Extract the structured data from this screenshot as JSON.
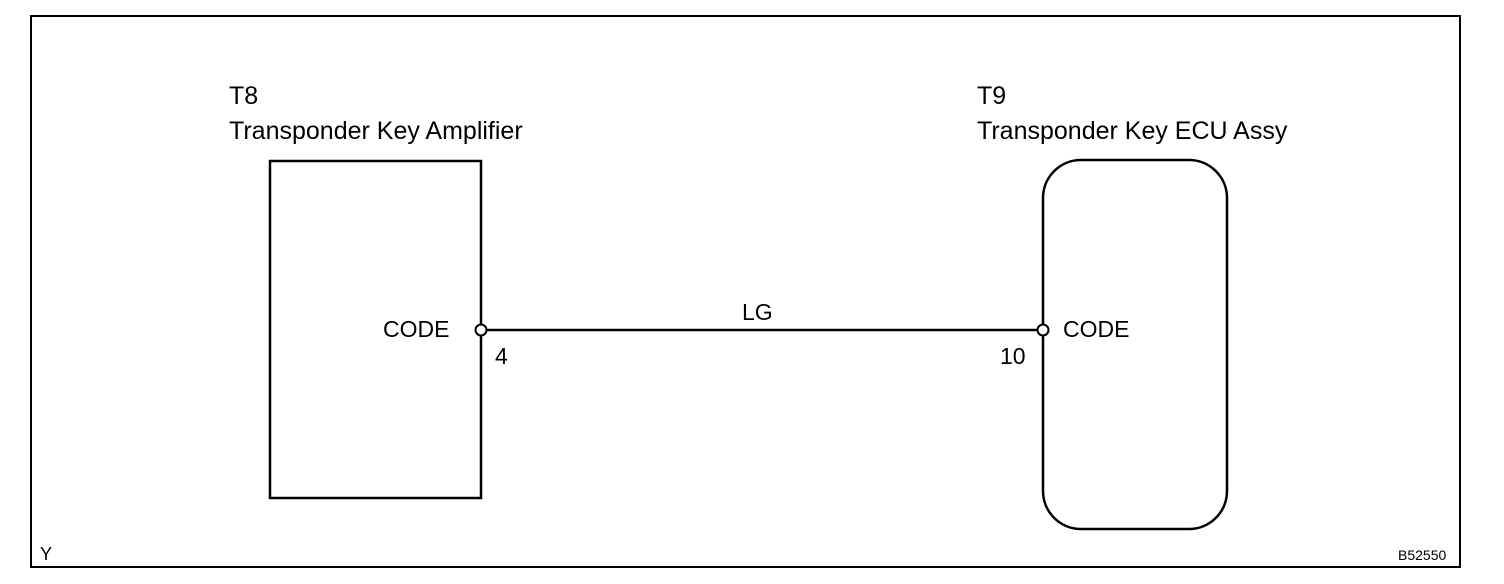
{
  "diagram": {
    "left_component": {
      "code": "T8",
      "name": "Transponder Key Amplifier",
      "pin_name": "CODE",
      "pin_number": "4"
    },
    "right_component": {
      "code": "T9",
      "name": "Transponder Key ECU Assy",
      "pin_name": "CODE",
      "pin_number": "10"
    },
    "wire": {
      "color_code": "LG"
    },
    "corner_left": "Y",
    "figure_id": "B52550"
  },
  "colors": {
    "line": "#000000",
    "background": "#ffffff"
  }
}
